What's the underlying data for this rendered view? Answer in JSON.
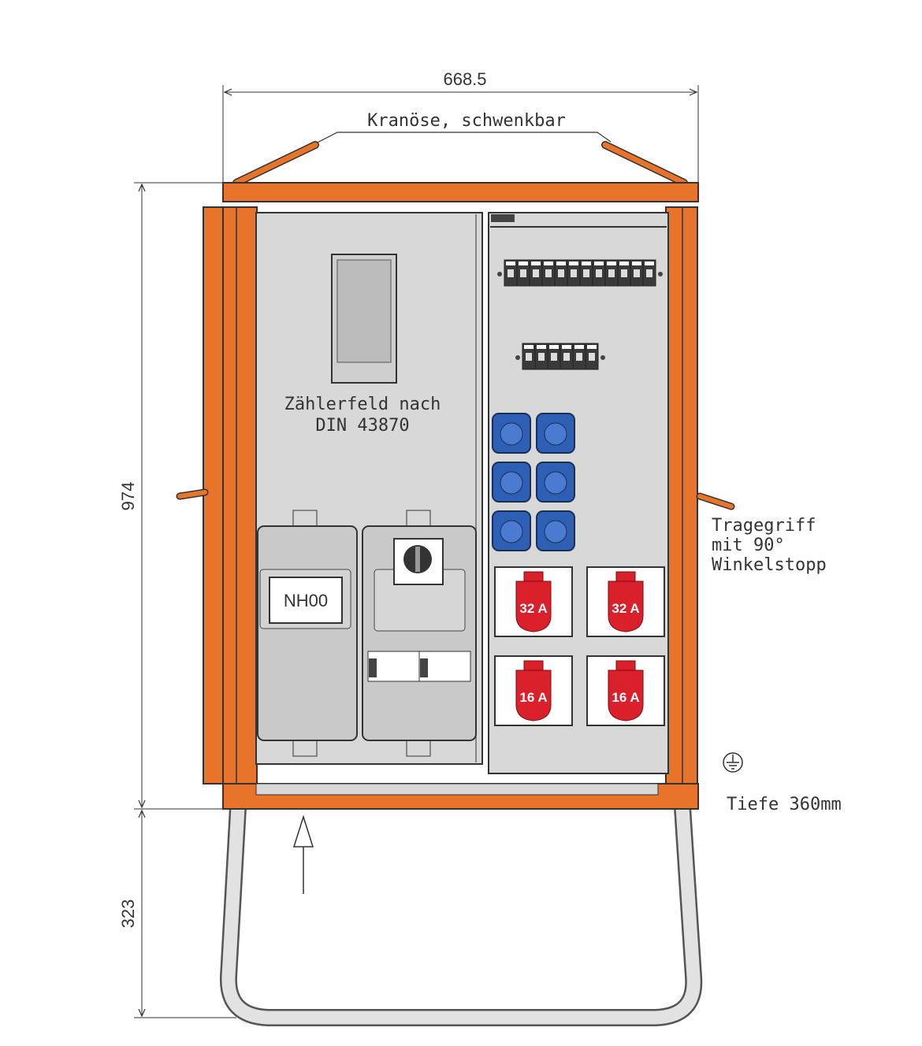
{
  "dimensions": {
    "width": "668.5",
    "height": "974",
    "stand_height": "323"
  },
  "labels": {
    "crane_eye": "Kranöse, schwenkbar",
    "meter_field_line1": "Zählerfeld nach",
    "meter_field_line2": "DIN 43870",
    "handle_line1": "Tragegriff",
    "handle_line2": "mit 90°",
    "handle_line3": "Winkelstopp",
    "depth": "Tiefe 360mm",
    "fuse": "NH00"
  },
  "cee_sockets": [
    {
      "rating": "32 A"
    },
    {
      "rating": "32 A"
    },
    {
      "rating": "16 A"
    },
    {
      "rating": "16 A"
    }
  ],
  "schuko_socket_count": 6,
  "colors": {
    "housing": "#e8732a",
    "panel": "#d8d8d8",
    "module": "#c9c9c9",
    "schuko": "#2d5fb5",
    "cee": "#d9202b"
  }
}
